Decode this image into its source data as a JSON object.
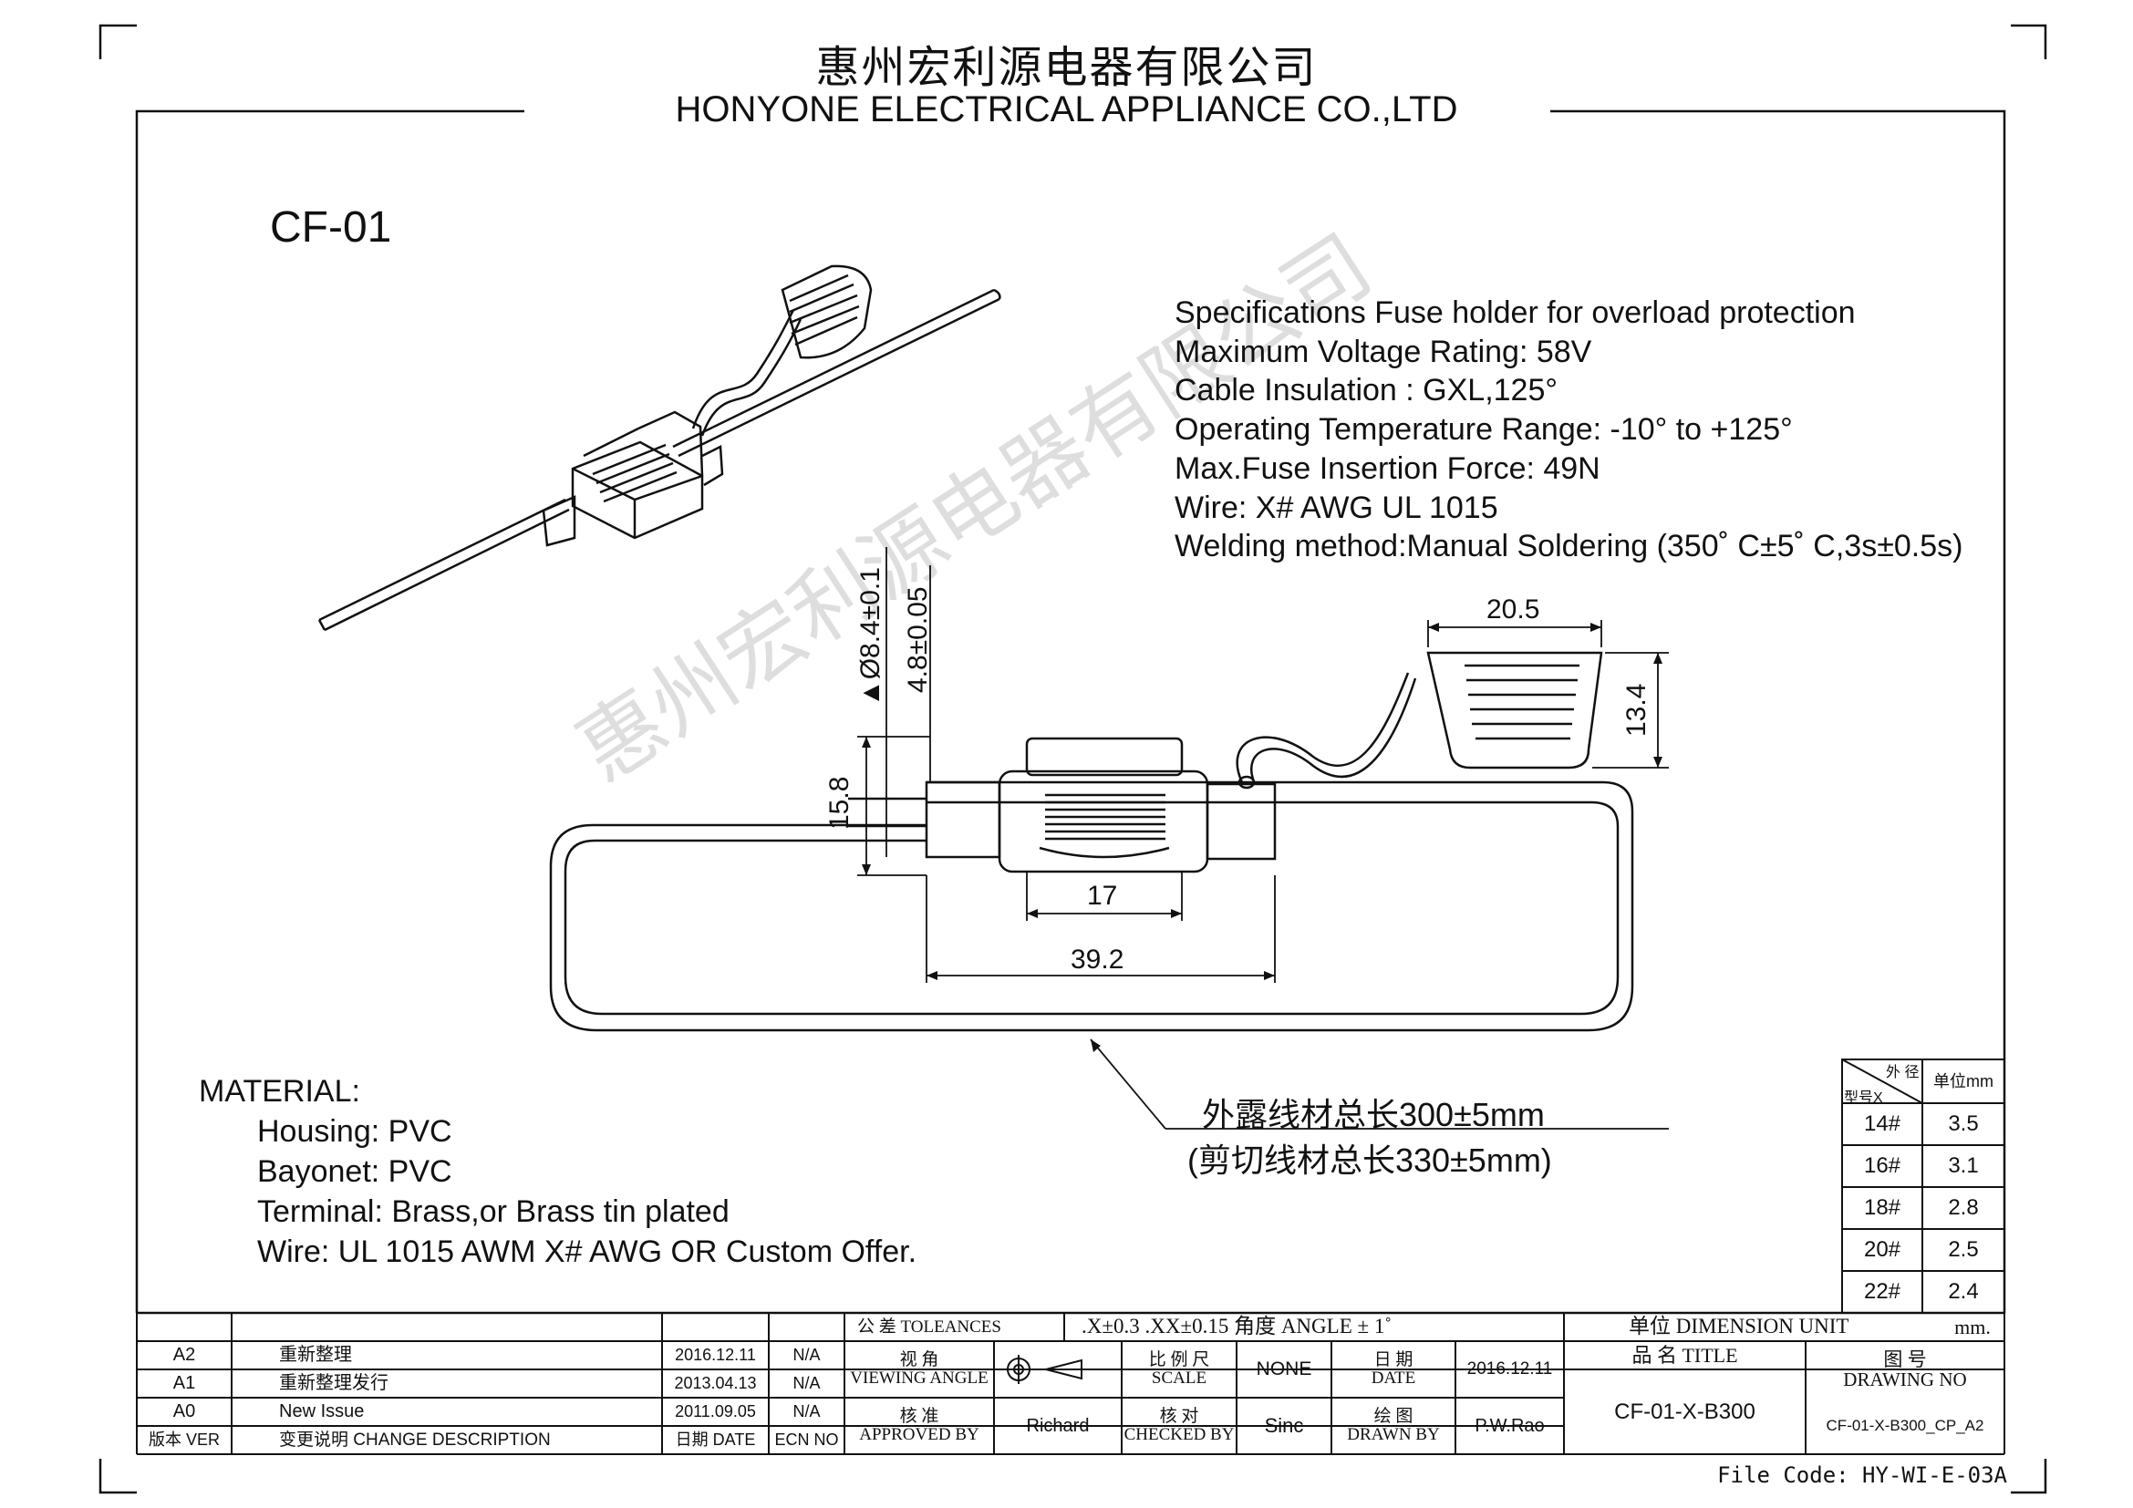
{
  "header": {
    "company_cn": "惠州宏利源电器有限公司",
    "company_en": "HONYONE ELECTRICAL APPLIANCE  CO.,LTD"
  },
  "part": {
    "code": "CF-01"
  },
  "specs": [
    "Specifications Fuse holder for overload protection",
    "Maximum Voltage Rating:  58V",
    "Cable Insulation :  GXL,125°",
    "Operating Temperature Range: -10° to +125°",
    "Max.Fuse Insertion Force: 49N",
    "Wire: X# AWG   UL 1015",
    "Welding method:Manual Soldering (350˚  C±5˚  C,3s±0.5s)"
  ],
  "dimensions": {
    "d_vert_1": "▲Ø8.4±0.1",
    "d_vert_2": "4.8±0.05",
    "d_height": "15.8",
    "d_cap_width": "20.5",
    "d_cap_height": "13.4",
    "d_body": "17",
    "d_total": "39.2"
  },
  "wire_length": {
    "exposed": "外露线材总长300±5mm",
    "cut": "(剪切线材总长330±5mm)"
  },
  "material": {
    "heading": "MATERIAL:",
    "items": [
      "Housing:    PVC",
      "Bayonet:    PVC",
      "Terminal: Brass,or Brass tin plated",
      "Wire: UL 1015  AWM  X# AWG OR Custom Offer."
    ]
  },
  "gauge_table": {
    "header_diag_top": "外 径",
    "header_diag_bottom": "型号X",
    "header_unit": "单位mm",
    "rows": [
      {
        "gauge": "14#",
        "value": "3.5"
      },
      {
        "gauge": "16#",
        "value": "3.1"
      },
      {
        "gauge": "18#",
        "value": "2.8"
      },
      {
        "gauge": "20#",
        "value": "2.5"
      },
      {
        "gauge": "22#",
        "value": "2.4"
      }
    ]
  },
  "revisions": {
    "rows": [
      {
        "ver": "A2",
        "desc": "重新整理",
        "date": "2016.12.11",
        "ecn": "N/A"
      },
      {
        "ver": "A1",
        "desc": "重新整理发行",
        "date": "2013.04.13",
        "ecn": "N/A"
      },
      {
        "ver": "A0",
        "desc": "New Issue",
        "date": "2011.09.05",
        "ecn": "N/A"
      }
    ],
    "head_ver": "版本 VER",
    "head_desc": "变更说明  CHANGE DESCRIPTION",
    "head_date": "日期 DATE",
    "head_ecn": "ECN NO"
  },
  "title_block": {
    "tolerance_label": "公  差  TOLEANCES",
    "tolerance_value": ".X±0.3  .XX±0.15  角度 ANGLE ± 1˚",
    "unit_label": "单位   DIMENSION UNIT",
    "unit_value": "mm.",
    "viewing_cn": "视   角",
    "viewing_en": "VIEWING ANGLE",
    "scale_cn": "比 例 尺",
    "scale_en": "SCALE",
    "scale_value": "NONE",
    "date_cn": "日   期",
    "date_en": "DATE",
    "date_value": "2016.12.11",
    "title_cn": "品   名     TITLE",
    "drawing_cn": "图   号",
    "drawing_en": "DRAWING NO",
    "approved_cn": "核   准",
    "approved_en": "APPROVED BY",
    "approved_value": "Richard",
    "checked_cn": "核   对",
    "checked_en": "CHECKED BY",
    "checked_value": "Sinc",
    "drawn_cn": "绘   图",
    "drawn_en": "DRAWN BY",
    "drawn_value": "P.W.Rao",
    "title_value": "CF-01-X-B300",
    "drawing_value": "CF-01-X-B300_CP_A2"
  },
  "footer": {
    "file_code": "File Code: HY-WI-E-03A"
  },
  "watermark": "惠州宏利源电器有限公司"
}
